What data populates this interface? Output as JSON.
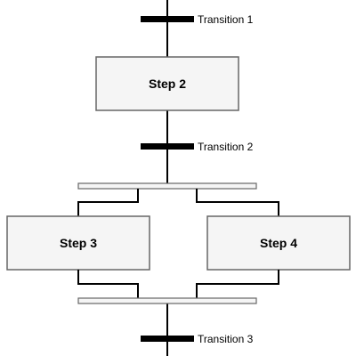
{
  "steps": {
    "step2": "Step 2",
    "step3": "Step 3",
    "step4": "Step 4"
  },
  "transitions": {
    "t1": "Transition 1",
    "t2": "Transition 2",
    "t3": "Transition 3"
  },
  "colors": {
    "step_fill": "#f5f5f5",
    "step_stroke": "#666666",
    "line": "#000000",
    "transition_bar": "#000000",
    "parallel_bar_fill": "#f5f5f5",
    "parallel_bar_stroke": "#666666"
  }
}
